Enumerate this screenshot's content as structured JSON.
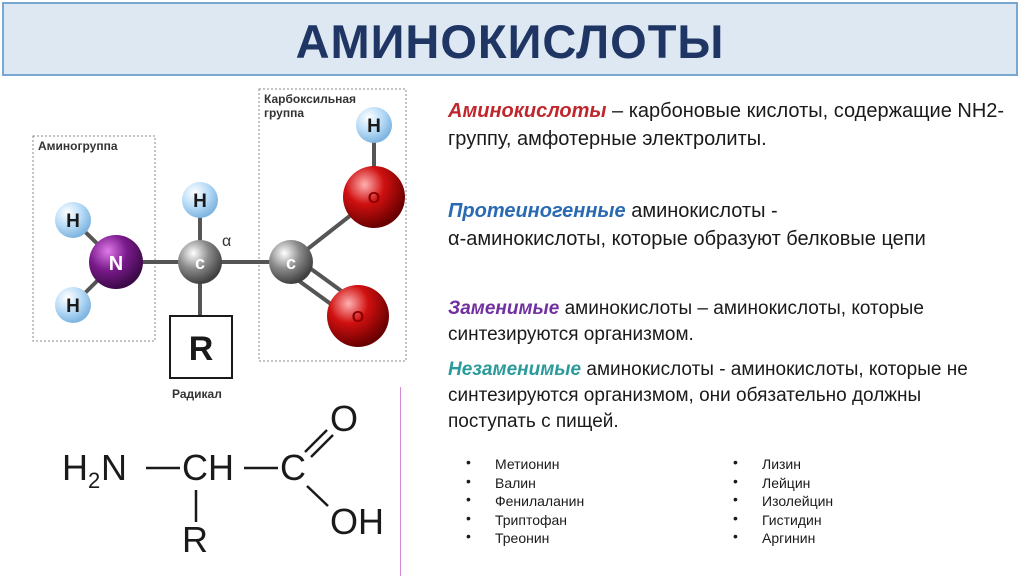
{
  "title": "АМИНОКИСЛОТЫ",
  "diagram": {
    "carboxyl_label_1": "Карбоксильная",
    "carboxyl_label_2": "группа",
    "amino_label": "Аминогруппа",
    "radical_label": "Радикал",
    "alpha": "α",
    "atoms": {
      "h": "H",
      "n": "N",
      "c": "c",
      "o": "O",
      "r": "R"
    },
    "colors": {
      "hydrogen": "#b9dcf7",
      "nitrogen": "#7a1a8c",
      "carbon": "#8c8c8c",
      "oxygen": "#d01010"
    }
  },
  "formula": {
    "h2n_h": "H",
    "h2n_sub": "2",
    "h2n_n": "N",
    "ch": "CH",
    "c": "C",
    "o": "O",
    "oh": "OH",
    "r": "R"
  },
  "paragraphs": {
    "p1_term": "Аминокислоты",
    "p1_text": " – карбоновые кислоты, содержащие NH2-группу, амфотерные электролиты.",
    "p2_term": "Протеиногенные",
    "p2_text1": " аминокислоты  -",
    "p2_alpha": "α",
    "p2_text2": "-аминокислоты, которые образуют белковые цепи",
    "p3_term": "Заменимые",
    "p3_text": " аминокислоты – аминокислоты, которые синтезируются организмом.",
    "p4_term": "Незаменимые",
    "p4_text": " аминокислоты  -  аминокислоты, которые не синтезируются организмом, они обязательно должны поступать с пищей."
  },
  "essential_left": [
    "Метионин",
    "Валин",
    "Фенилаланин",
    "Триптофан",
    "Треонин"
  ],
  "essential_right": [
    "Лизин",
    "Лейцин",
    "Изолейцин",
    "Гистидин",
    "Аргинин"
  ]
}
